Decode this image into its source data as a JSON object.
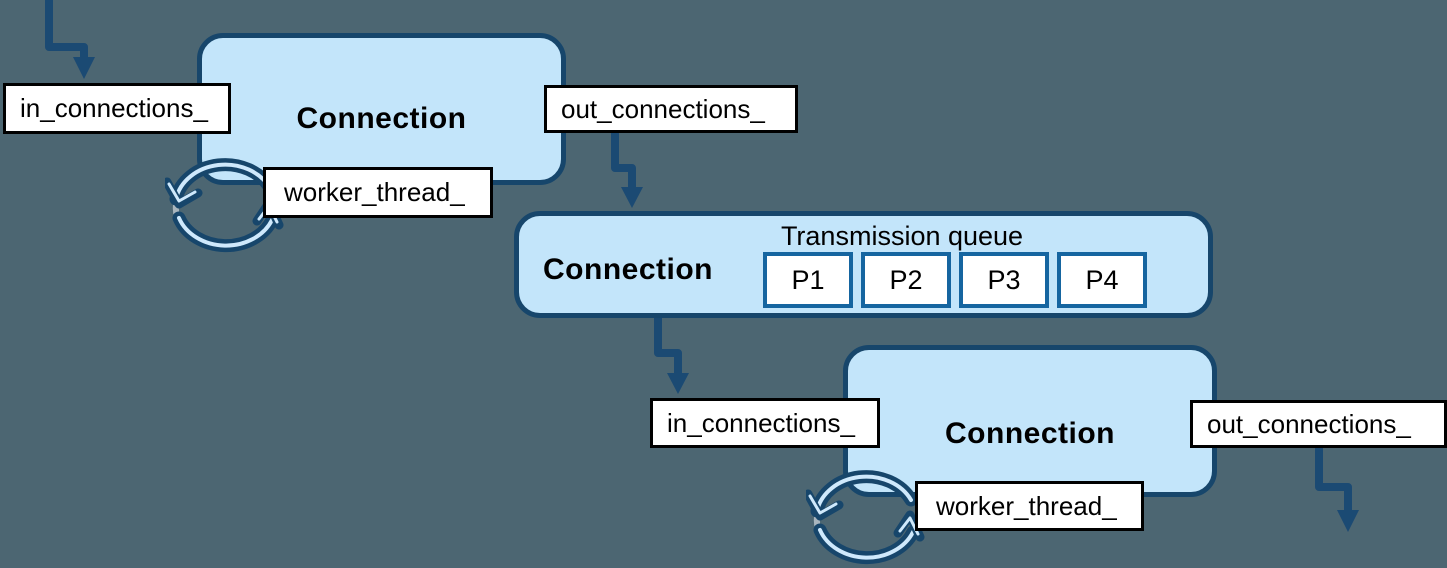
{
  "diagram": {
    "background_color": "#4C6672",
    "node_fill_color": "#C3E5FA",
    "node_border_color": "#17466B",
    "arrow_color": "#1B4A73",
    "packet_border_color": "#1565A0",
    "label_fill_color": "#FFFFFF",
    "label_border_color": "#000000",
    "text_color": "#000000"
  },
  "nodes": [
    {
      "title": "Connection"
    },
    {
      "title": "Connection",
      "queue_label": "Transmission queue",
      "packets": [
        "P1",
        "P2",
        "P3",
        "P4"
      ]
    },
    {
      "title": "Connection"
    }
  ],
  "labels": {
    "in_connections_top": "in_connections_",
    "out_connections_top": "out_connections_",
    "worker_thread_top": "worker_thread_",
    "in_connections_bottom": "in_connections_",
    "out_connections_bottom": "out_connections_",
    "worker_thread_bottom": "worker_thread_"
  },
  "icons": {
    "loop_top": "cycle-arrows-icon",
    "loop_bottom": "cycle-arrows-icon"
  }
}
